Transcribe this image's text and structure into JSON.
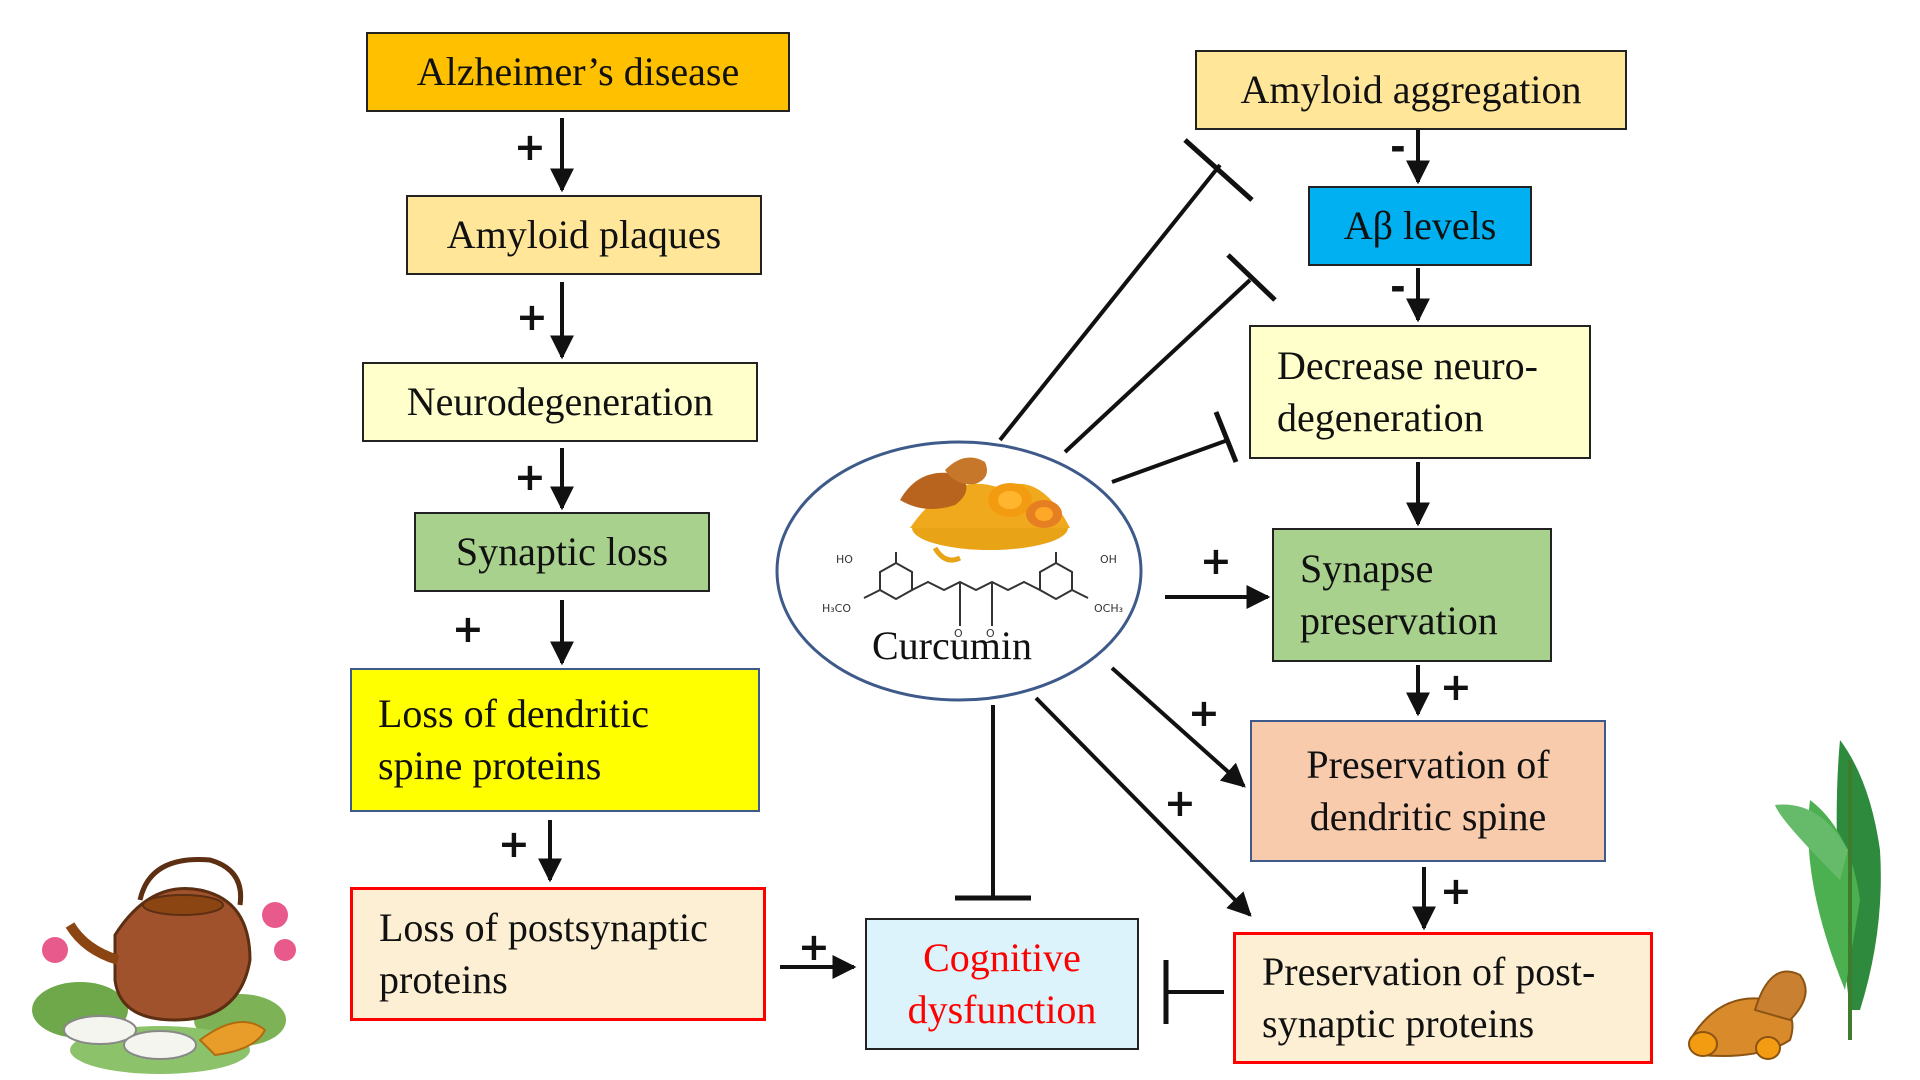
{
  "colors": {
    "alzheimers": "#FFC000",
    "light_yellow": "#FFE699",
    "pale_yellow": "#FFFFCC",
    "green": "#A9D18E",
    "bright_yellow": "#FFFF00",
    "pale_orange": "#FDEFD3",
    "blue": "#00B0F0",
    "light_blue": "#DDF3FB",
    "peach": "#F8CBAD",
    "red_border": "#FF0000",
    "red_text": "#FF0000"
  },
  "left_chain": {
    "alzheimers": "Alzheimer’s disease",
    "plaques": "Amyloid plaques",
    "neurodegeneration": "Neurodegeneration",
    "synaptic_loss": "Synaptic loss",
    "dendritic_loss": [
      "Loss of dendritic",
      "spine proteins"
    ],
    "postsynaptic_loss": [
      "Loss of postsynaptic",
      "proteins"
    ]
  },
  "right_chain": {
    "aggregation": "Amyloid aggregation",
    "abeta": "Aβ levels",
    "decrease": [
      "Decrease neuro-",
      "degeneration"
    ],
    "synapse": [
      "Synapse",
      "preservation"
    ],
    "dendritic": [
      "Preservation of",
      "dendritic spine"
    ],
    "postsynaptic": [
      "Preservation of post-",
      "synaptic proteins"
    ]
  },
  "center": {
    "curcumin": "Curcumin",
    "cognitive": [
      "Cognitive",
      "dysfunction"
    ]
  },
  "signs": {
    "plus": "+",
    "minus": "-"
  },
  "icons": [
    "turmeric-powder-icon",
    "curcumin-structure-icon",
    "teapot-herbs-icon",
    "turmeric-plant-icon"
  ]
}
